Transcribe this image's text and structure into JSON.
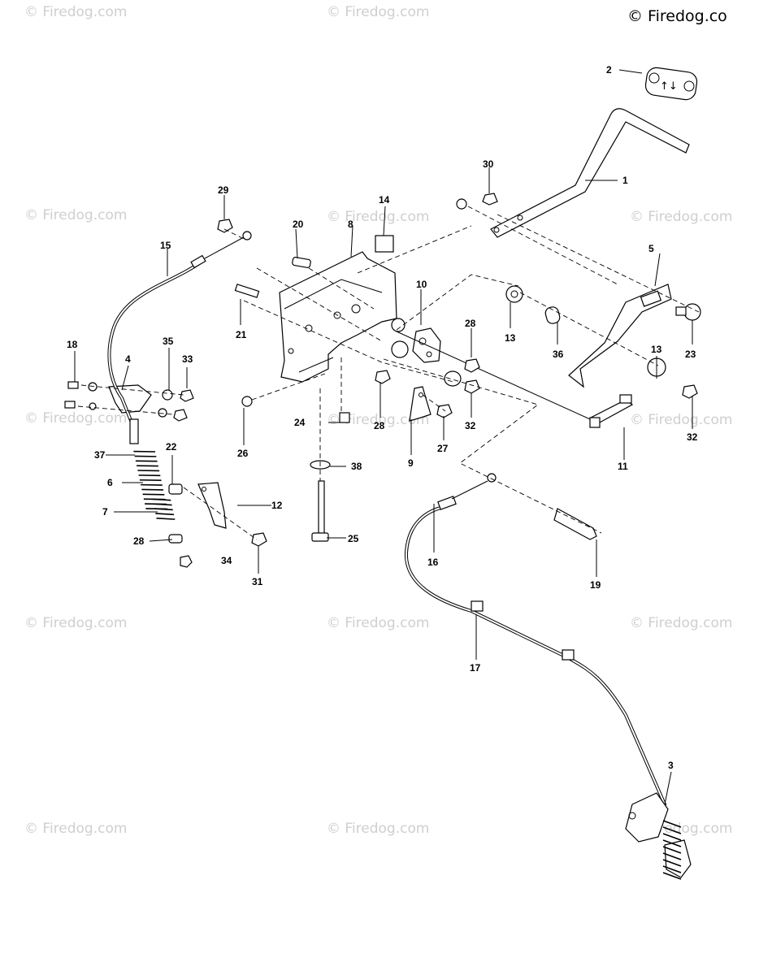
{
  "copyright": "© Firedog.co",
  "watermark_text": "© Firedog.com",
  "decal_symbols": "↑↓",
  "callouts": {
    "c1": "1",
    "c2": "2",
    "c3": "3",
    "c4": "4",
    "c5": "5",
    "c6": "6",
    "c7": "7",
    "c8": "8",
    "c9": "9",
    "c10": "10",
    "c11": "11",
    "c12": "12",
    "c13a": "13",
    "c13b": "13",
    "c14": "14",
    "c15": "15",
    "c16": "16",
    "c17": "17",
    "c18": "18",
    "c19": "19",
    "c20": "20",
    "c21": "21",
    "c22": "22",
    "c23": "23",
    "c24": "24",
    "c25": "25",
    "c26": "26",
    "c27": "27",
    "c28a": "28",
    "c28b": "28",
    "c28c": "28",
    "c29": "29",
    "c30": "30",
    "c31": "31",
    "c32a": "32",
    "c32b": "32",
    "c33": "33",
    "c34": "34",
    "c35": "35",
    "c36": "36",
    "c37": "37",
    "c38": "38"
  }
}
